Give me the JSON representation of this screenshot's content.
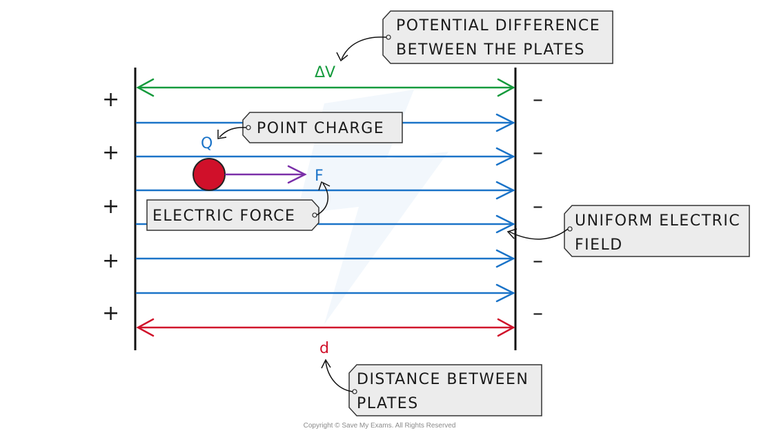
{
  "labels": {
    "potential_difference": [
      "POTENTIAL DIFFERENCE",
      "BETWEEN THE PLATES"
    ],
    "point_charge": "POINT CHARGE",
    "electric_force": "ELECTRIC FORCE",
    "uniform_field": [
      "UNIFORM ELECTRIC",
      "FIELD"
    ],
    "distance": [
      "DISTANCE BETWEEN",
      "PLATES"
    ]
  },
  "symbols": {
    "delta_v": "ΔV",
    "charge": "Q",
    "force": "F",
    "distance": "d"
  },
  "signs": {
    "plus": [
      "+",
      "+",
      "+",
      "+",
      "+"
    ],
    "minus": [
      "–",
      "–",
      "–",
      "–",
      "–"
    ]
  },
  "copyright": "Copyright © Save My Exams. All Rights Reserved",
  "colors": {
    "field_line": "#1a73c8",
    "potential": "#149a3c",
    "distance": "#d0102a",
    "charge": "#d0102a",
    "force": "#7a2ea8",
    "plate": "#111111",
    "label_bg": "#ececec",
    "label_border": "#333333"
  }
}
